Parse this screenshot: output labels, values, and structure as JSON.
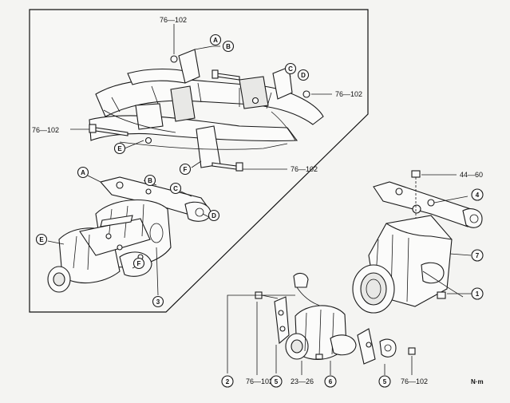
{
  "torque_top": "76—102",
  "torque_right_upper": "76—102",
  "torque_left": "76—102",
  "torque_center": "76—102",
  "torque_mount_bolt": "44—60",
  "torque_bottom_a": "76—102",
  "torque_bottom_b": "23—26",
  "torque_bottom_c": "76—102",
  "unit": "N·m",
  "callout_letters": [
    "A",
    "B",
    "C",
    "D",
    "E",
    "F"
  ],
  "callout_numbers": [
    "1",
    "2",
    "3",
    "4",
    "5",
    "6",
    "7"
  ]
}
